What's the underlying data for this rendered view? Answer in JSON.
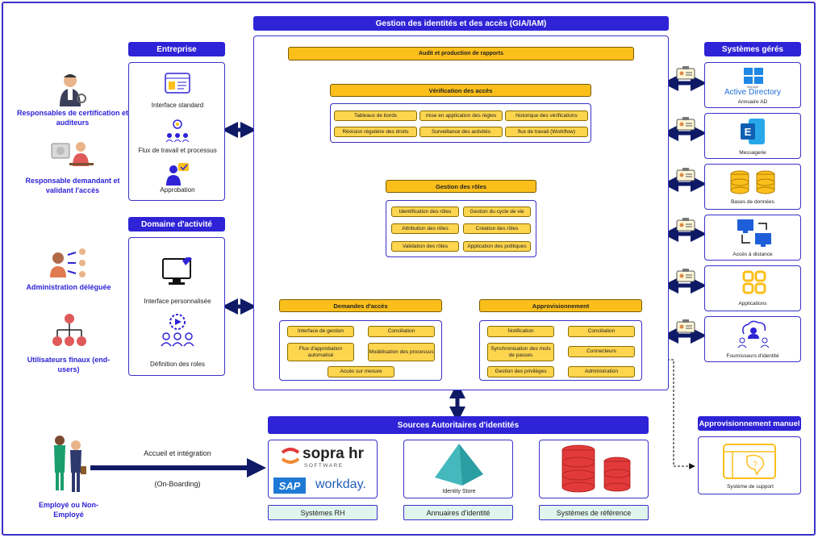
{
  "title": "Gestion des identités et des accès (GIA/IAM)",
  "left_people": {
    "auditors": "Responsables de certification et auditeurs",
    "requesters": "Responsable demandant et validant l'accès",
    "delegated": "Administration déléguée",
    "end_users": "Utilisateurs finaux (end-users)",
    "employee": "Employé ou Non-Employé"
  },
  "entreprise": {
    "header": "Entreprise",
    "items": [
      "Interface standard",
      "Flux de travail et processus",
      "Approbation"
    ]
  },
  "domaine": {
    "header": "Domaine d'activité",
    "items": [
      "Interface personnalisée",
      "Définition des roles"
    ]
  },
  "core": {
    "audit": "Audit et production de rapports",
    "verification": {
      "header": "Vérification des accès",
      "chips": [
        "Tableaux de bords",
        "mise en application des règles",
        "historique des vérifications",
        "Révision régulière des droits",
        "Surveillance des activités",
        "flux de travail (Workflow)"
      ]
    },
    "roles": {
      "header": "Gestion des rôles",
      "chips": [
        "Identification des rôles",
        "Gestion du cycle de vie",
        "Attribution des rôles",
        "Création des rôles",
        "Validation des rôles",
        "Application des politiques"
      ]
    },
    "demandes": {
      "header": "Demandes d'accès",
      "chips": [
        "Interface de gestion",
        "Conciliation",
        "Flux d'approbation automatisé",
        "Modélisation des processus",
        "Accès sur mesure"
      ]
    },
    "approvisionnement": {
      "header": "Approvisionnement",
      "chips": [
        "Notification",
        "Conciliation",
        "Synchronisation des mots de passes",
        "Connecteurs",
        "Gestion des privilèges",
        "Administration"
      ]
    }
  },
  "systemes": {
    "header": "Systèmes gérés",
    "items": [
      "Annuaire AD",
      "Messagerie",
      "Bases de données",
      "Accès à distance",
      "Applications",
      "Fournisseurs d'identité"
    ],
    "ad_logo_small": "Microsoft",
    "ad_logo": "Active Directory"
  },
  "manuel": {
    "header": "Approvisionnement manuel",
    "item": "Système de support"
  },
  "sources": {
    "header": "Sources Autoritaires d'identités",
    "onboarding": "Accueil et intégration",
    "onboarding_en": "(On-Boarding)",
    "logos": {
      "sopra": "sopra hr",
      "sopra_sub": "SOFTWARE",
      "sap": "SAP",
      "workday": "workday."
    },
    "identity_store": "Identity Store",
    "tabs": [
      "Systèmes RH",
      "Annuaires d'identité",
      "Systèmes de référence"
    ]
  }
}
